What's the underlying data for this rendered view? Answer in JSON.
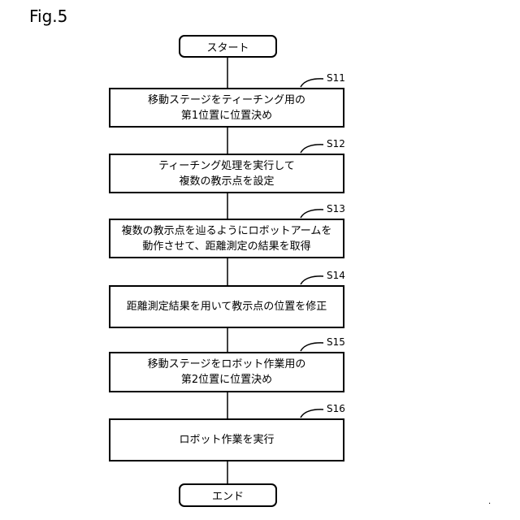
{
  "figure_label": "Fig.5",
  "start": "スタート",
  "end": "エンド",
  "steps": [
    {
      "id": "S11",
      "lines": [
        "移動ステージをティーチング用の",
        "第1位置に位置決め"
      ]
    },
    {
      "id": "S12",
      "lines": [
        "ティーチング処理を実行して",
        "複数の教示点を設定"
      ]
    },
    {
      "id": "S13",
      "lines": [
        "複数の教示点を辿るようにロボットアームを",
        "動作させて、距離測定の結果を取得"
      ]
    },
    {
      "id": "S14",
      "lines": [
        "距離測定結果を用いて教示点の位置を修正"
      ]
    },
    {
      "id": "S15",
      "lines": [
        "移動ステージをロボット作業用の",
        "第2位置に位置決め"
      ]
    },
    {
      "id": "S16",
      "lines": [
        "ロボット作業を実行"
      ]
    }
  ],
  "trailing_mark": "."
}
